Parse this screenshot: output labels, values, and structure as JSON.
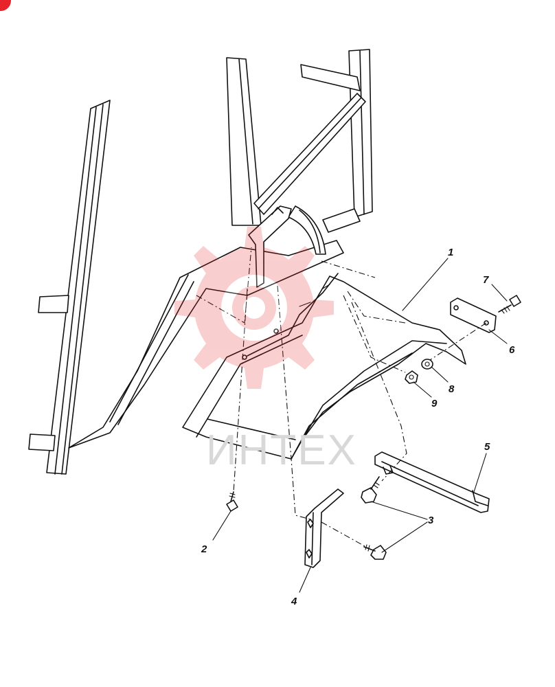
{
  "diagram": {
    "callouts": [
      {
        "id": "1",
        "text": "1"
      },
      {
        "id": "2",
        "text": "2"
      },
      {
        "id": "3",
        "text": "3"
      },
      {
        "id": "4",
        "text": "4"
      },
      {
        "id": "5",
        "text": "5"
      },
      {
        "id": "6",
        "text": "6"
      },
      {
        "id": "7",
        "text": "7"
      },
      {
        "id": "8",
        "text": "8"
      },
      {
        "id": "9",
        "text": "9"
      }
    ]
  },
  "watermark": {
    "text": "ИНТЕХ",
    "color": "#e8232a"
  },
  "colors": {
    "line": "#111111",
    "background": "#ffffff",
    "corner_badge": "#e8232a"
  }
}
